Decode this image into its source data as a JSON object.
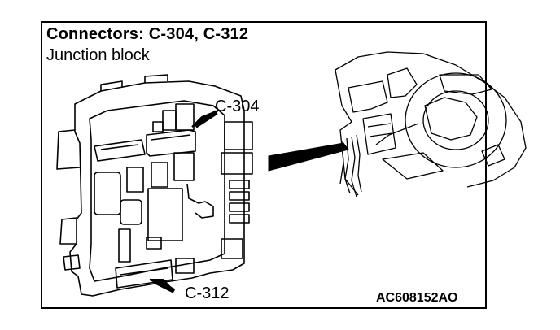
{
  "header": {
    "title": "Connectors: C-304, C-312",
    "subtitle": "Junction block"
  },
  "callouts": {
    "upper": "C-304",
    "lower": "C-312"
  },
  "figure": {
    "code": "AC608152AO"
  },
  "colors": {
    "line": "#000000",
    "background": "#ffffff"
  }
}
